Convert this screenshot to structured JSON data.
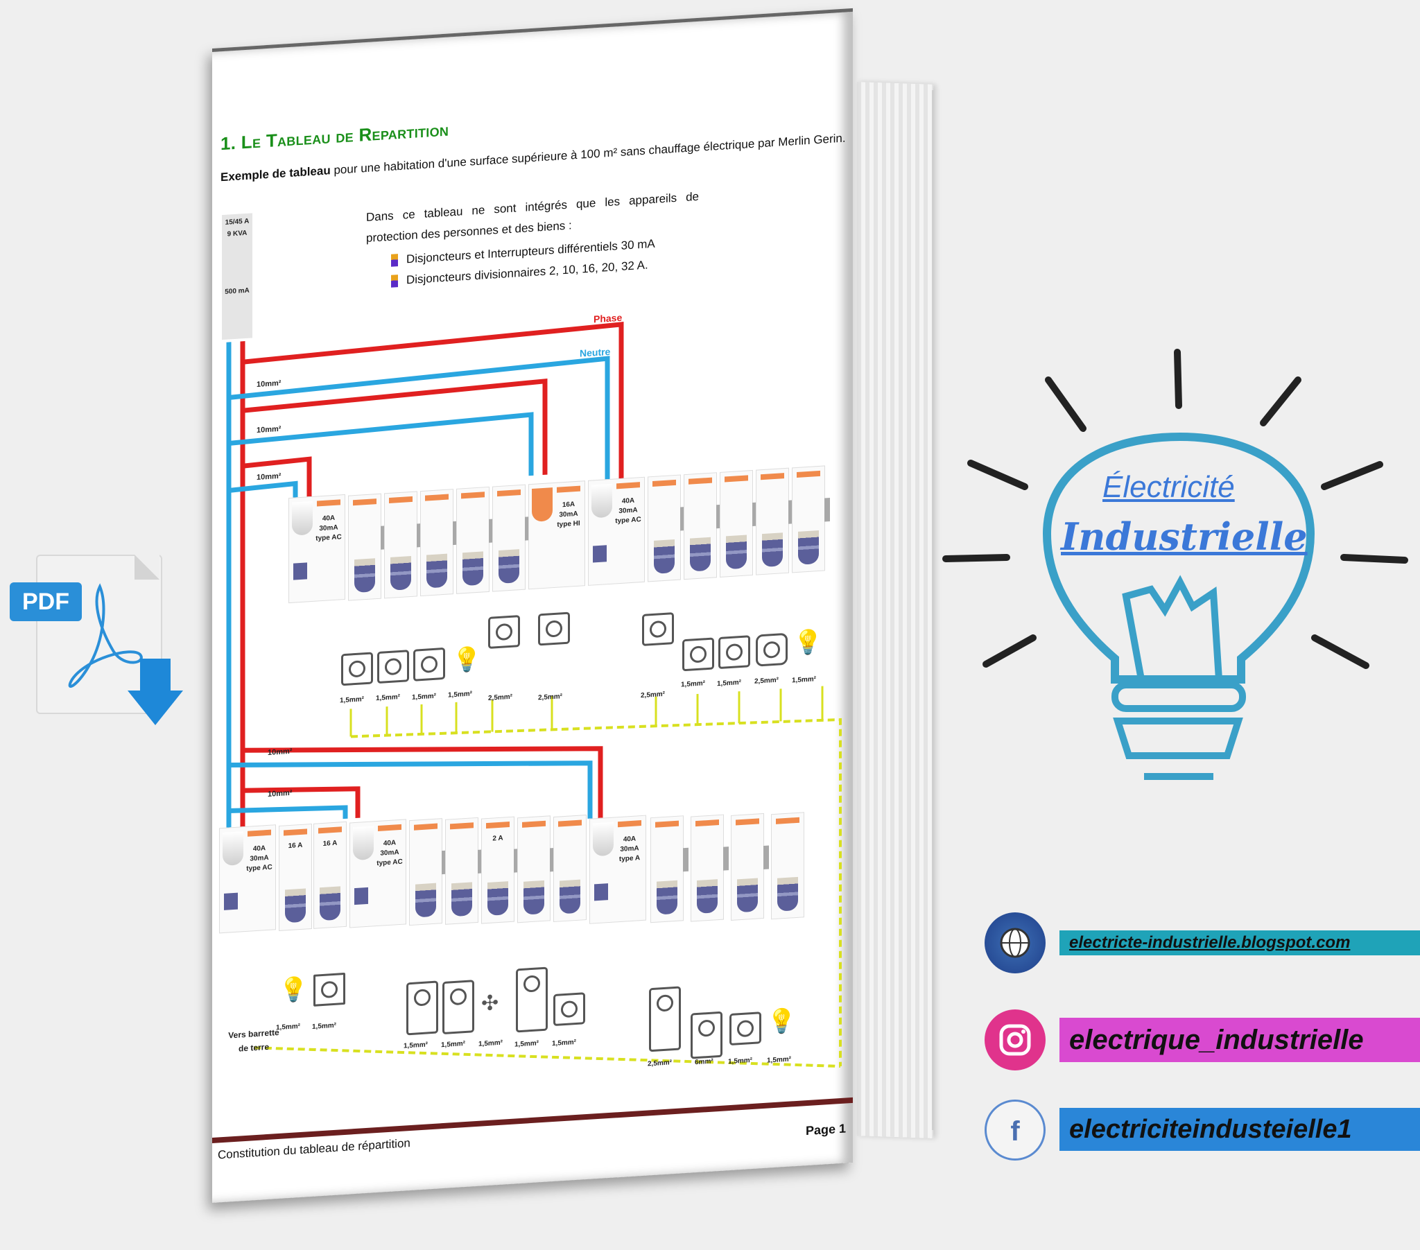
{
  "pdf_icon": {
    "badge": "PDF",
    "icon": "pdf-download-icon",
    "color": "#2a8fd8"
  },
  "document": {
    "title": "1. Le Tableau de Repartition",
    "subtitle_bold": "Exemple de tableau",
    "subtitle_rest": " pour une habitation d'une surface supérieure à 100 m² sans chauffage électrique par Merlin Gerin.",
    "intro": "Dans ce tableau ne sont intégrés que les appareils de protection des personnes et des biens :",
    "bullets": [
      "Disjoncteurs et Interrupteurs différentiels 30 mA",
      "Disjoncteurs divisionnaires 2, 10, 16, 20, 32 A."
    ],
    "main_breaker": {
      "rating": "15/45 A",
      "power": "9 KVA",
      "differential": "500 mA"
    },
    "wire_labels": {
      "phase": "Phase",
      "neutre": "Neutre",
      "feeder_section": "10mm²"
    },
    "row1": {
      "rcd1": [
        "40A",
        "30mA",
        "type AC"
      ],
      "rcd2": [
        "16A",
        "30mA",
        "type HI"
      ],
      "rcd3": [
        "40A",
        "30mA",
        "type AC"
      ],
      "sections": [
        "1,5mm²",
        "1,5mm²",
        "1,5mm²",
        "1,5mm²",
        "2,5mm²",
        "2,5mm²",
        "2,5mm²",
        "1,5mm²",
        "1,5mm²",
        "2,5mm²",
        "1,5mm²"
      ]
    },
    "row2": {
      "rcd1": [
        "40A",
        "30mA",
        "type AC"
      ],
      "breaker_labels": [
        "16 A",
        "16 A",
        "2 A"
      ],
      "rcd2": [
        "40A",
        "30mA",
        "type AC"
      ],
      "rcd3": [
        "40A",
        "30mA",
        "type A"
      ],
      "sections": [
        "1,5mm²",
        "1,5mm²",
        "1,5mm²",
        "1,5mm²",
        "1,5mm²",
        "1,5mm²",
        "1,5mm²",
        "2,5mm²",
        "6mm²",
        "1,5mm²",
        "1,5mm²"
      ]
    },
    "earth_label": "Vers barrette de terre",
    "footer": "Constitution du tableau de répartition",
    "page": "Page 1",
    "colors": {
      "phase": "#e02020",
      "neutre": "#2aa6e0",
      "earth": "#d8e020",
      "title": "#1a8f1a",
      "footer_bar": "#6b1f1f"
    }
  },
  "brand": {
    "line1": "Électricité",
    "line2": "Industrielle",
    "icon": "lightbulb-icon",
    "color": "#3b78d8"
  },
  "socials": [
    {
      "icon": "globe-www-icon",
      "label": "electricte-industrielle.blogspot.com",
      "bar_color": "#1fa3b8"
    },
    {
      "icon": "instagram-icon",
      "label": "electrique_industrielle",
      "bar_color": "#d94ad0"
    },
    {
      "icon": "facebook-icon",
      "label": "electriciteindusteielle1",
      "bar_color": "#2a86d8"
    }
  ]
}
